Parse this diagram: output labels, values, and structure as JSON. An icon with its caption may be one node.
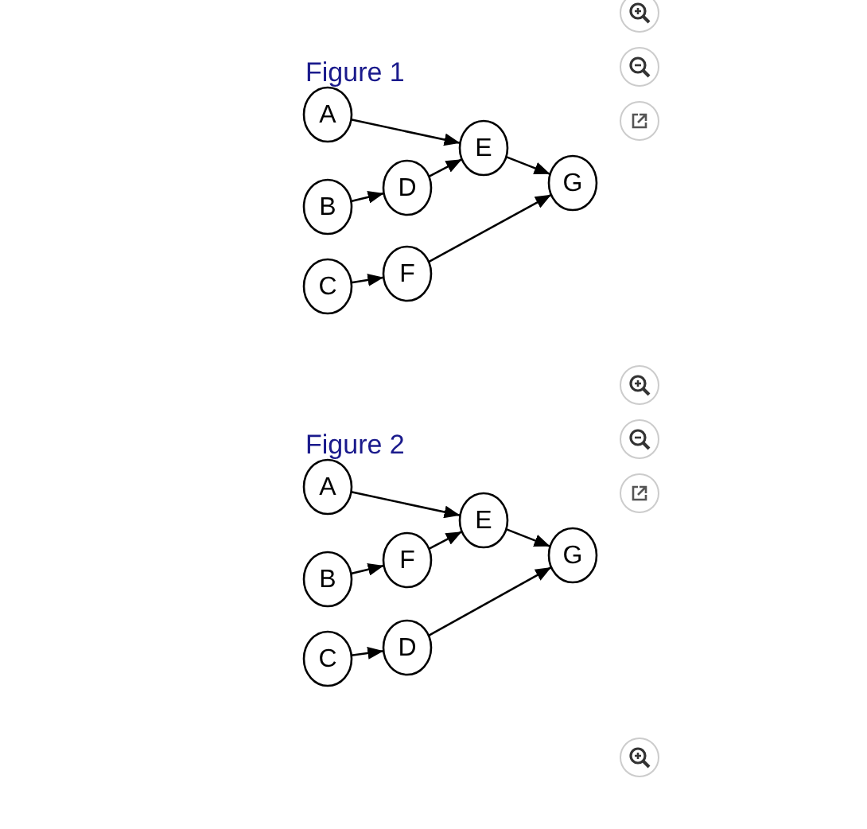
{
  "diagram": {
    "nodes": [
      {
        "text": [
          "A"
        ]
      },
      {
        "text": [
          "B"
        ]
      },
      {
        "text": [
          "C"
        ]
      },
      {
        "text": [
          "D"
        ]
      },
      {
        "text": [
          "E"
        ]
      },
      {
        "text": [
          "F"
        ]
      },
      {
        "text": [
          "G"
        ]
      },
      {
        "text": [
          "A"
        ]
      },
      {
        "text": [
          "B"
        ]
      },
      {
        "text": [
          "C"
        ]
      },
      {
        "text": [
          "D"
        ]
      },
      {
        "text": [
          "E"
        ]
      },
      {
        "text": [
          "F"
        ]
      },
      {
        "text": [
          "G"
        ]
      }
    ],
    "edges": [
      {
        "from": 0,
        "to": 4,
        "arrow": "to"
      },
      {
        "from": 1,
        "to": 3,
        "arrow": "to"
      },
      {
        "from": 3,
        "to": 4,
        "arrow": "to"
      },
      {
        "from": 4,
        "to": 6,
        "arrow": "to"
      },
      {
        "from": 2,
        "to": 5,
        "arrow": "to"
      },
      {
        "from": 5,
        "to": 6,
        "arrow": "to"
      },
      {
        "from": 7,
        "to": 11,
        "arrow": "to"
      },
      {
        "from": 8,
        "to": 12,
        "arrow": "to"
      },
      {
        "from": 12,
        "to": 11,
        "arrow": "to"
      },
      {
        "from": 11,
        "to": 13,
        "arrow": "to"
      },
      {
        "from": 9,
        "to": 10,
        "arrow": "to"
      },
      {
        "from": 10,
        "to": 13,
        "arrow": "to"
      }
    ],
    "labels": [
      "Figure 1",
      "Figure 2"
    ]
  }
}
